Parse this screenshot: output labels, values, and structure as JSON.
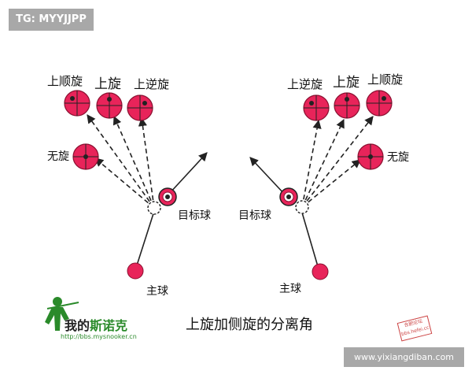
{
  "watermark_top": "TG: MYYJJPP",
  "left": {
    "labels": {
      "top_right_spin": "上顺旋",
      "top_spin": "上旋",
      "top_left_spin": "上逆旋",
      "no_spin": "无旋",
      "object_ball": "目标球",
      "cue_ball": "主球"
    }
  },
  "right": {
    "labels": {
      "top_left_spin": "上逆旋",
      "top_spin": "上旋",
      "top_right_spin": "上顺旋",
      "no_spin": "无旋",
      "object_ball": "目标球",
      "cue_ball": "主球"
    }
  },
  "caption": "上旋加侧旋的分离角",
  "logo": {
    "text_plain": "我的",
    "text_highlight": "斯诺克",
    "url": "http://bbs.mysnooker.cn"
  },
  "stamp": {
    "line1": "合肥论坛",
    "line2": "bbs.hefei.cc"
  },
  "watermark_bottom": "www.yixiangdiban.com",
  "colors": {
    "ball_fill": "#e8245a",
    "ball_stroke": "#8a1030",
    "line": "#222222",
    "badge": "#a8a8a8",
    "logo_green": "#2a8a2a"
  }
}
